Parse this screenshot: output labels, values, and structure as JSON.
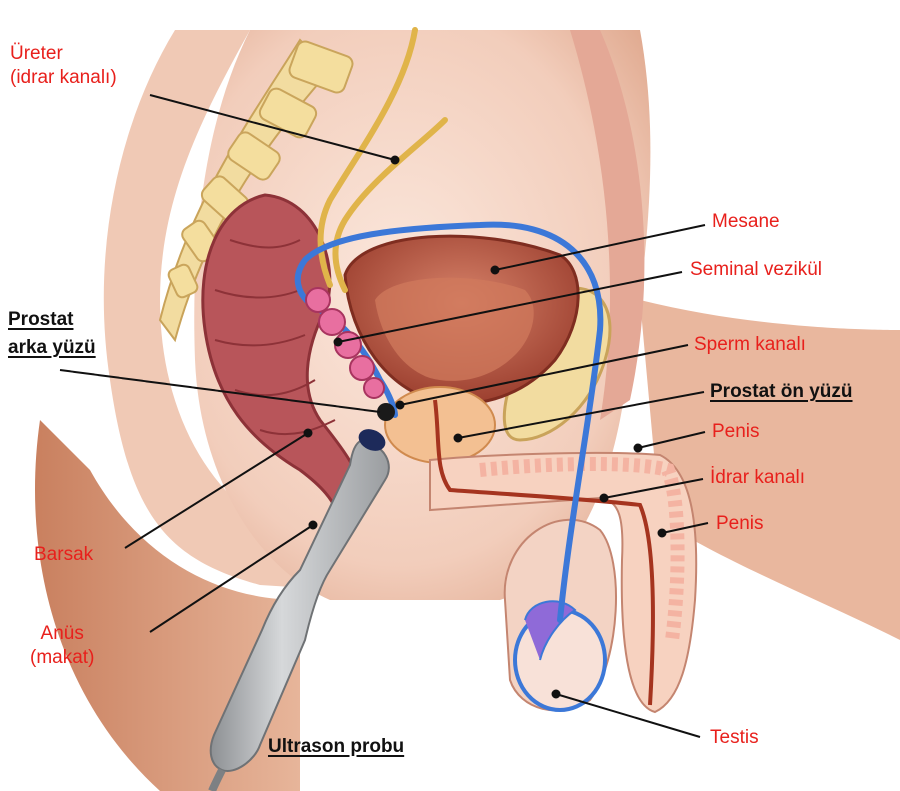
{
  "colors": {
    "label_red": "#e8201c",
    "label_black": "#111111",
    "skin": "#f3d3c4",
    "bone": "#f2dca0",
    "colon": "#b8555a",
    "bladder": "#b65a45",
    "vessel_blue": "#3c78d8",
    "ureter_yellow": "#e0b44a",
    "probe_grey": "#b7b9bb"
  },
  "labels": {
    "ureter_line1": "Üreter",
    "ureter_line2": "(idrar kanalı)",
    "bladder": "Mesane",
    "seminal_vesicle": "Seminal vezikül",
    "sperm_duct": "Sperm kanalı",
    "prostate_front": "Prostat ön yüzü",
    "prostate_back_line1": "Prostat",
    "prostate_back_line2": "arka yüzü",
    "penis_1": "Penis",
    "urethra": "İdrar kanalı",
    "penis_2": "Penis",
    "colon": "Barsak",
    "anus_line1": "Anüs",
    "anus_line2": "(makat)",
    "testis": "Testis",
    "ultrasound_probe": "Ultrason probu"
  },
  "icons": {
    "probe_body": "ultrasound-probe-icon",
    "spine": "vertebra-icon",
    "pubic_bone": "pubic-bone-icon"
  }
}
